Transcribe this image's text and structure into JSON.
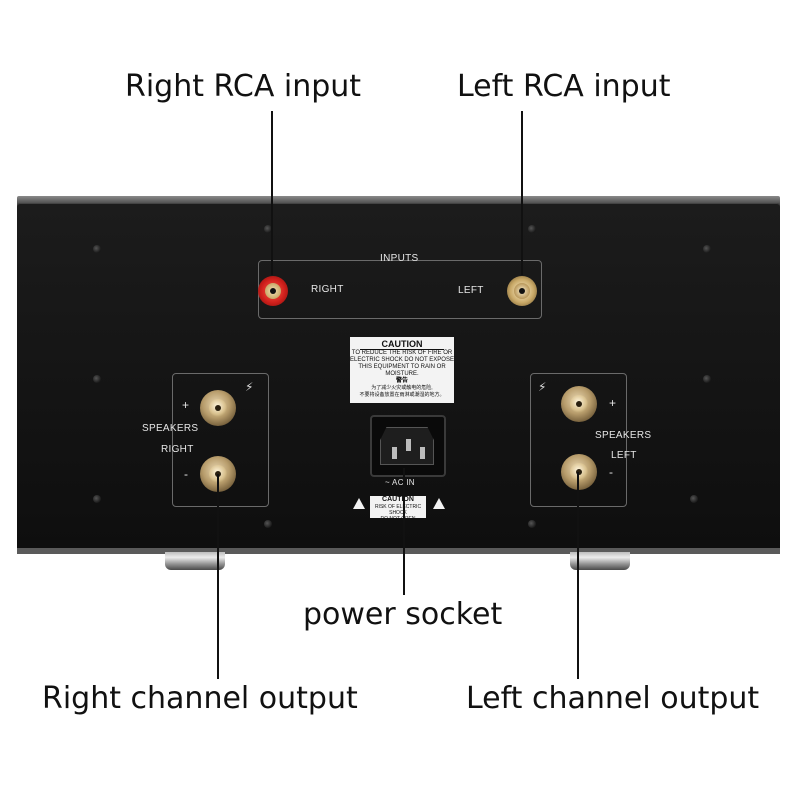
{
  "callouts": {
    "right_rca_input": "Right RCA input",
    "left_rca_input": "Left RCA input",
    "power_socket": "power socket",
    "right_channel_output": "Right channel output",
    "left_channel_output": "Left channel output"
  },
  "panel": {
    "inputs_label": "INPUTS",
    "rca_right_label": "RIGHT",
    "rca_left_label": "LEFT",
    "speakers_right": {
      "title": "SPEAKERS",
      "channel": "RIGHT",
      "plus": "+",
      "minus": "-"
    },
    "speakers_left": {
      "title": "SPEAKERS",
      "channel": "LEFT",
      "plus": "+",
      "minus": "-"
    },
    "caution_label": {
      "title": "CAUTION",
      "line1": "TO REDUCE THE RISK OF FIRE OR",
      "line2": "ELECTRIC SHOCK DO NOT EXPOSE",
      "line3": "THIS EQUIPMENT TO RAIN OR",
      "line4": "MOISTURE.",
      "cn_title": "警告",
      "cn_line1": "为了减少火灾或触电的危险,",
      "cn_line2": "不要将设备放置在雨淋或潮湿的地方。"
    },
    "ac_in_label": "~ AC IN",
    "small_caution": {
      "title": "CAUTION",
      "line1": "RISK OF ELECTRIC SHOCK",
      "line2": "DO NOT OPEN"
    }
  },
  "colors": {
    "panel": "#141414",
    "rca_right_ring": "#d0201c",
    "rca_left_ring": "#c9a968",
    "binding_post": "#c9b07a",
    "leader_line": "#111111",
    "callout_text": "#111111"
  },
  "icons": {
    "rca_right": "rca-jack-red",
    "rca_left": "rca-jack-gold",
    "power": "iec-c14-socket",
    "warning": "electric-shock-warning-triangle",
    "lightning": "lightning-bolt"
  }
}
